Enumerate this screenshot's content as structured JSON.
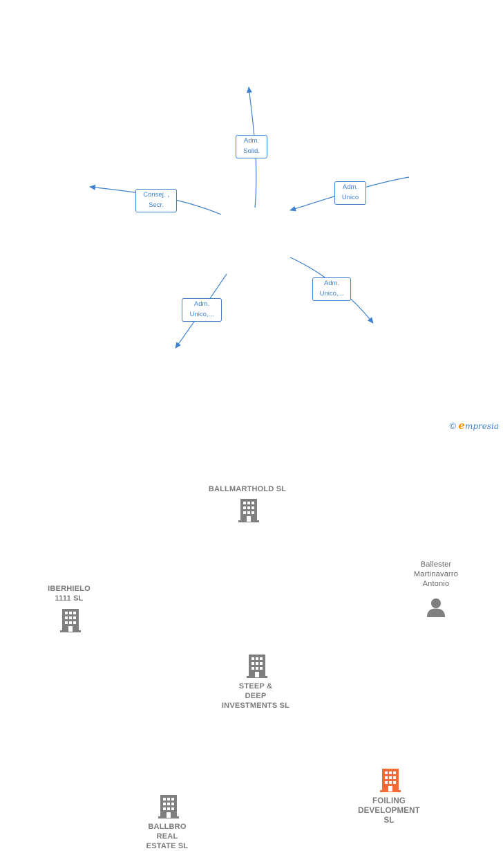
{
  "colors": {
    "edge": "#3e82d0",
    "building": "#7f7f7f",
    "building_highlight": "#f26a36",
    "person": "#808080"
  },
  "nodes": {
    "center": {
      "label": "STEEP &\nDEEP\nINVESTMENTS SL",
      "icon": "building-icon"
    },
    "ballmarthold": {
      "label": "BALLMARTHOLD SL",
      "icon": "building-icon"
    },
    "iberhielo": {
      "label": "IBERHIELO\n1111  SL",
      "icon": "building-icon"
    },
    "ballester": {
      "label": "Ballester\nMartinavarro\nAntonio",
      "icon": "person-icon"
    },
    "ballbro": {
      "label": "BALLBRO\nREAL\nESTATE  SL",
      "icon": "building-icon"
    },
    "foiling": {
      "label": "FOILING\nDEVELOPMENT\nSL",
      "icon": "building-icon"
    }
  },
  "edges": {
    "to_ballmarthold": "Adm.\nSolid.",
    "to_iberhielo": "Consej. ,\nSecr.",
    "from_ballester": "Adm.\nUnico",
    "to_ballbro": "Adm.\nUnico,...",
    "to_foiling": "Adm.\nUnico,..."
  },
  "footer": {
    "copyright": "©",
    "brand_initial": "e",
    "brand_rest": "mpresia"
  }
}
